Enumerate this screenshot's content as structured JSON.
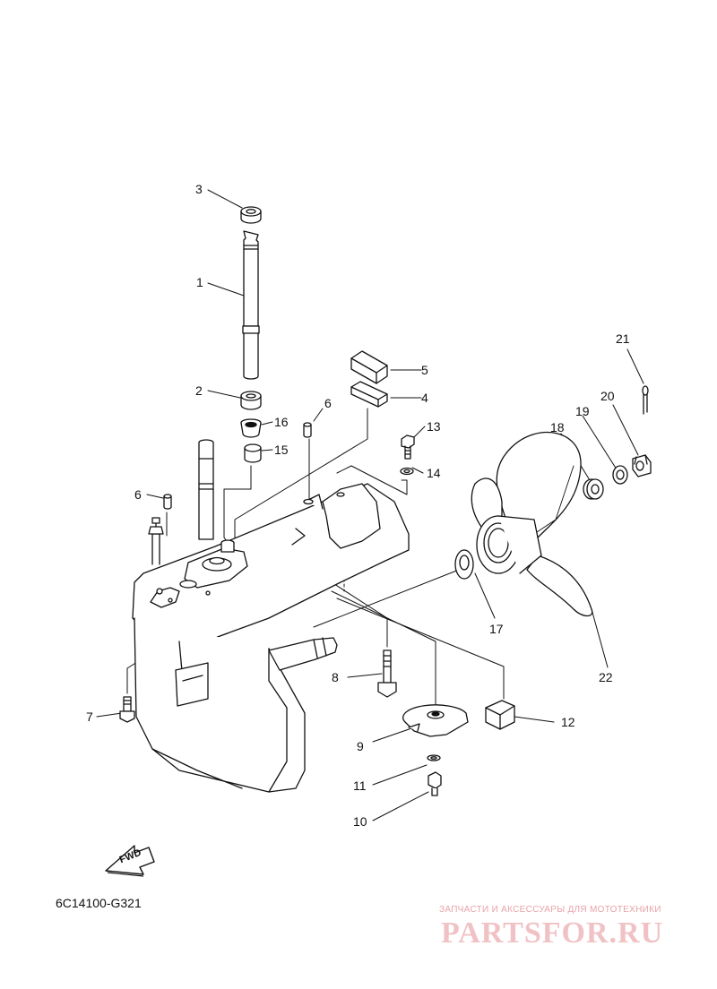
{
  "diagram": {
    "part_labels": [
      {
        "id": "1",
        "text": "1"
      },
      {
        "id": "2",
        "text": "2"
      },
      {
        "id": "3",
        "text": "3"
      },
      {
        "id": "4",
        "text": "4"
      },
      {
        "id": "5",
        "text": "5"
      },
      {
        "id": "6a",
        "text": "6"
      },
      {
        "id": "6b",
        "text": "6"
      },
      {
        "id": "7",
        "text": "7"
      },
      {
        "id": "8",
        "text": "8"
      },
      {
        "id": "9",
        "text": "9"
      },
      {
        "id": "10",
        "text": "10"
      },
      {
        "id": "11",
        "text": "11"
      },
      {
        "id": "12",
        "text": "12"
      },
      {
        "id": "13",
        "text": "13"
      },
      {
        "id": "14",
        "text": "14"
      },
      {
        "id": "15",
        "text": "15"
      },
      {
        "id": "16",
        "text": "16"
      },
      {
        "id": "17",
        "text": "17"
      },
      {
        "id": "18",
        "text": "18"
      },
      {
        "id": "19",
        "text": "19"
      },
      {
        "id": "20",
        "text": "20"
      },
      {
        "id": "21",
        "text": "21"
      },
      {
        "id": "22",
        "text": "22"
      }
    ],
    "fwd_label": "FWD",
    "drawing_code": "6C14100-G321"
  },
  "watermark": {
    "tagline": "ЗАПЧАСТИ И АКСЕССУАРЫ ДЛЯ МОТОТЕХНИКИ",
    "brand": "PARTSFOR.RU",
    "color": "#f0c2c5"
  }
}
